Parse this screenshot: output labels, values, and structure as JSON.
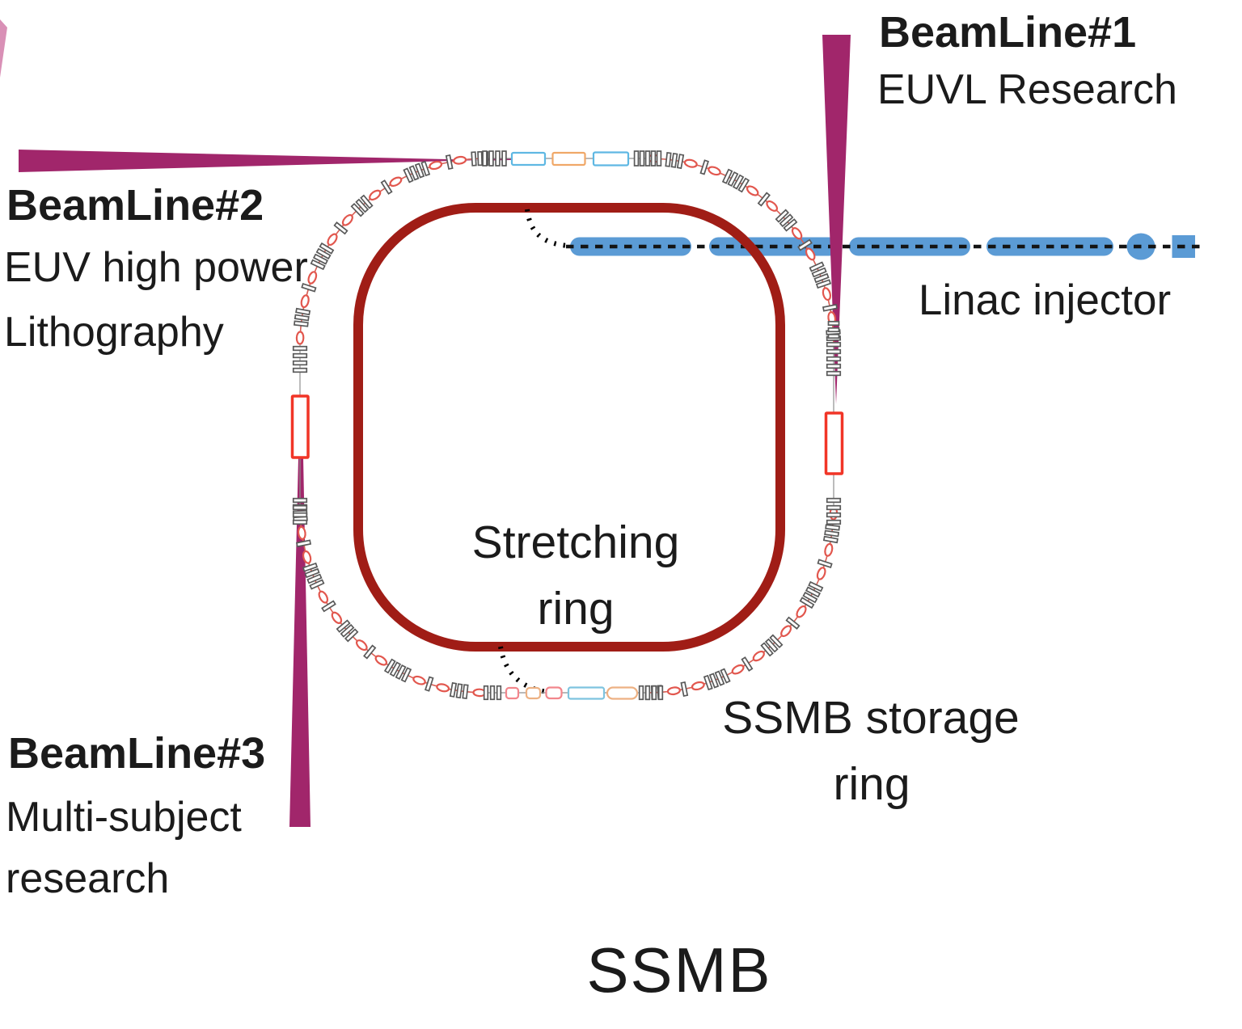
{
  "title": "SSMB",
  "beamlines": [
    {
      "name": "BeamLine#1",
      "description_lines": [
        "EUVL Research"
      ]
    },
    {
      "name": "BeamLine#2",
      "description_lines": [
        "EUV high power",
        "Lithography"
      ]
    },
    {
      "name": "BeamLine#3",
      "description_lines": [
        "Multi-subject",
        "research"
      ]
    }
  ],
  "components": {
    "linac": {
      "label": "Linac injector"
    },
    "stretching_ring": {
      "label_lines": [
        "Stretching",
        "ring"
      ]
    },
    "storage_ring": {
      "label_lines": [
        "SSMB storage",
        "ring"
      ]
    }
  },
  "colors": {
    "beam_wedge": "#A1266B",
    "stretching_ring": "#A01D16",
    "linac_blue": "#5B9BD5",
    "dipole_red": "#E2574E",
    "quad_gray": "#5A5A5A",
    "cavity_red": "#F13527",
    "cyan_element": "#5FB8E3",
    "cyan_soft": "#7EC4DF",
    "orange_element": "#F0A868",
    "peach_element": "#EDB183",
    "pink_element": "#F2868C",
    "path_gray": "#8F8F8F",
    "arc_connector": "#D96056",
    "dash_black": "#141414",
    "text": "#1B1B1B",
    "edge_artifact": "#D990B6"
  }
}
